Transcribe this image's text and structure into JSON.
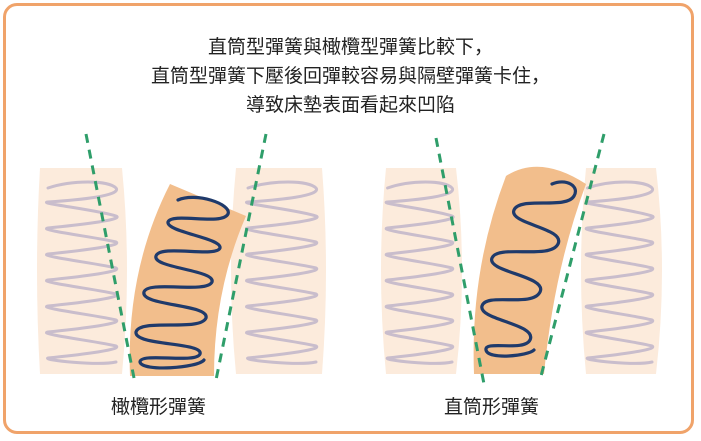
{
  "caption": {
    "line1": "直筒型彈簧與橄欖型彈簧比較下，",
    "line2": "直筒型彈簧下壓後回彈較容易與隔壁彈簧卡住，",
    "line3": "導致床墊表面看起來凹陷"
  },
  "labels": {
    "olive": "橄欖形彈簧",
    "straight": "直筒形彈簧"
  },
  "colors": {
    "border": "#f0a36a",
    "pocket_light": "#fcebdc",
    "pocket_active": "#f2be8c",
    "coil_light": "#c9bdcc",
    "coil_dark": "#1f3a6b",
    "guide_line": "#2f9e6a"
  }
}
